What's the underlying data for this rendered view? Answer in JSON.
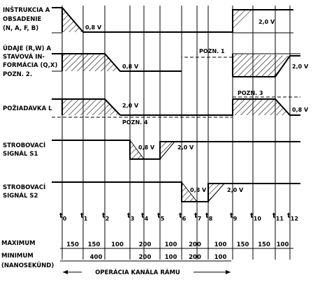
{
  "labels": {
    "instr": [
      "INŠTRUKCIA A",
      "OBSADENIE",
      "(N, A, F, B)"
    ],
    "udaje": [
      "ÚDAJE (R,W) A",
      "STAVOVÁ IN-",
      "FORMÁCIA (Q,X)",
      "POZN. 2."
    ],
    "poziadavka": "POŽIADAVKA  L",
    "strobe1": [
      "STROBOVACÍ",
      "SIGNÁL   S1"
    ],
    "strobe2": [
      "STROBOVACÍ",
      "SIGNÁL   S2"
    ],
    "maximum": "MAXIMUM",
    "minimum": "MINIMUM",
    "nanosec": "(NANOSEKÚND)",
    "operacia": "OPERÁCIA  KANÁLA  RÁMU"
  },
  "notes": {
    "pozn1": "POZN.  1",
    "pozn3": "POZN.  3",
    "pozn4": "POZN.  4"
  },
  "voltages": {
    "v08": "0,8 V",
    "v20": "2,0 V"
  },
  "ticks": [
    {
      "base": "t",
      "sub": "0"
    },
    {
      "base": "t",
      "sub": "1"
    },
    {
      "base": "t",
      "sub": "2"
    },
    {
      "base": "t",
      "sub": "3"
    },
    {
      "base": "t",
      "sub": "4"
    },
    {
      "base": "t",
      "sub": "5"
    },
    {
      "base": "t",
      "sub": "6"
    },
    {
      "base": "t",
      "sub": "7"
    },
    {
      "base": "t",
      "sub": "8"
    },
    {
      "base": "t",
      "sub": "9"
    },
    {
      "base": "t",
      "sub": "10"
    },
    {
      "base": "t",
      "sub": "11"
    },
    {
      "base": "t",
      "sub": "12"
    }
  ],
  "maximum_values": [
    "150",
    "150",
    "100",
    "200",
    "100",
    "200",
    "100",
    "150",
    "150",
    "100"
  ],
  "minimum_values": [
    "400",
    "200",
    "100",
    "200",
    "100"
  ]
}
